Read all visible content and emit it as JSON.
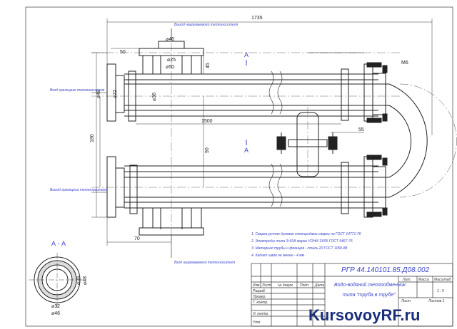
{
  "drawing": {
    "overall_length": "1735",
    "dims": {
      "d50_top": "50",
      "d46": "⌀46",
      "d25": "⌀25",
      "d50_nozzle": "⌀50",
      "d45": "45",
      "d48": "⌀48",
      "d22": "⌀22",
      "d36": "⌀36",
      "d1500": "1500",
      "d180": "180",
      "d90": "90",
      "d70": "70",
      "d55": "55",
      "m6": "М6",
      "section_d48": "⌀48",
      "section_d38": "⌀38",
      "section_d32": "⌀32",
      "section_d46": "⌀46"
    },
    "section_mark": "А",
    "section_view_label": "А - А",
    "labels": {
      "top_nozzle": "Выход нагреваемого теплоносителя",
      "left_upper": "Вход греющего теплоносителя",
      "left_lower": "Выход греющего теплоносителя",
      "bottom_nozzle": "Вход нагреваемого теплоносителя"
    },
    "notes": [
      "1. Сварка ручная дуговая электродами сварки по ГОСТ 14771-76",
      "2. Электроды типа Э-50А марки УОНИ 13/55 ГОСТ 9467-75",
      "3. Материал трубы и фланцев - сталь 20 ГОСТ 1050-88",
      "4. Катет швов не менее - 4 мм"
    ]
  },
  "title_block": {
    "doc_number": "РГР 44.140101.85.Д08.002",
    "name_line1": "Водо-водяной теплообменник",
    "name_line2": "типа \"труба в трубе\"",
    "col_headers": [
      "Изм.",
      "Лист",
      "№ докум.",
      "Подп.",
      "Дата"
    ],
    "row_labels": [
      "Разраб.",
      "Провер.",
      "Т. контр.",
      "Н. контр.",
      "Утв."
    ],
    "lit": "Лит.",
    "mass": "Масса",
    "scale": "Масштаб",
    "scale_value": "1 : 5",
    "sheet": "Лист",
    "sheets": "Листов 1"
  },
  "watermark": "KursovoyRF.ru"
}
